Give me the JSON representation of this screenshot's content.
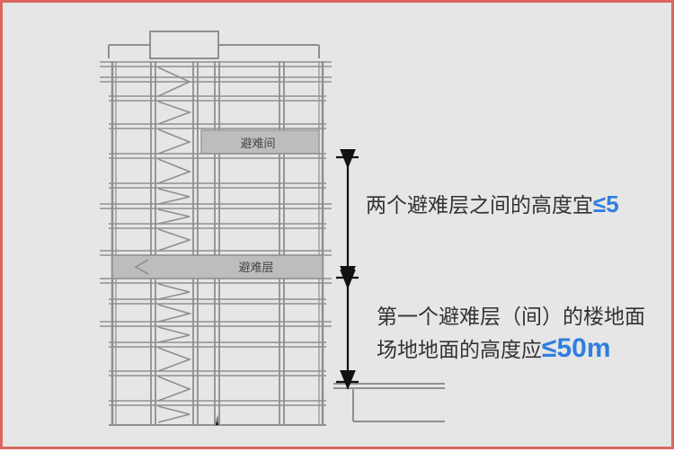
{
  "colors": {
    "border": "#d9675f",
    "background": "#e6e6e6",
    "building_line": "#8f8f8f",
    "refuge_fill": "#bdbdbd",
    "dimension_line": "#111111",
    "accent": "#2f7ee0",
    "text": "#333333"
  },
  "building": {
    "refuge_room_label": "避难间",
    "refuge_floor_label": "避难层"
  },
  "annotations": {
    "upper": {
      "text": "两个避难层之间的高度宜",
      "limit": "≤5"
    },
    "lower": {
      "line1": "第一个避难层（间）的楼地面",
      "line2": "场地地面的高度应",
      "limit": "≤50m"
    }
  }
}
